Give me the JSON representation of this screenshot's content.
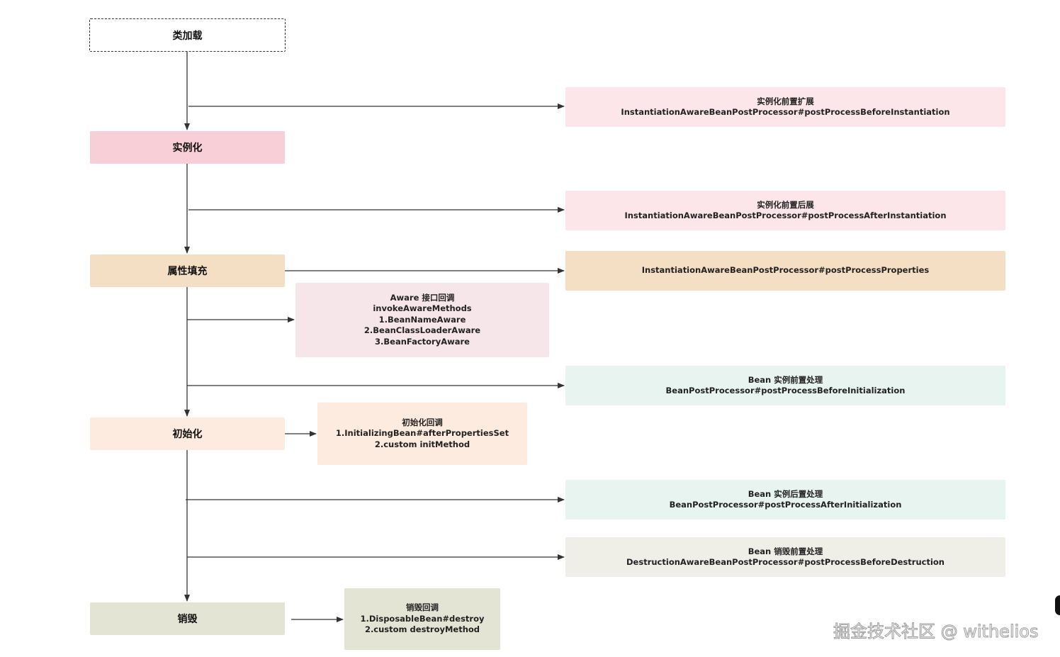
{
  "stages": {
    "load": "类加载",
    "instantiate": "实例化",
    "populate": "属性填充",
    "initialize": "初始化",
    "destroy": "销毁"
  },
  "notes": {
    "before_instantiation": [
      "实例化前置扩展",
      "InstantiationAwareBeanPostProcessor#postProcessBeforeInstantiation"
    ],
    "after_instantiation": [
      "实例化前置后展",
      "InstantiationAwareBeanPostProcessor#postProcessAfterInstantiation"
    ],
    "post_process_properties": [
      "InstantiationAwareBeanPostProcessor#postProcessProperties"
    ],
    "aware_callback": [
      "Aware 接口回调",
      "invokeAwareMethods",
      "1.BeanNameAware",
      "2.BeanClassLoaderAware",
      "3.BeanFactoryAware"
    ],
    "before_initialization": [
      "Bean 实例前置处理",
      "BeanPostProcessor#postProcessBeforeInitialization"
    ],
    "init_callback": [
      "初始化回调",
      "1.InitializingBean#afterPropertiesSet",
      "2.custom initMethod"
    ],
    "after_initialization": [
      "Bean 实例后置处理",
      "BeanPostProcessor#postProcessAfterInitialization"
    ],
    "before_destruction": [
      "Bean 销毁前置处理",
      "DestructionAwareBeanPostProcessor#postProcessBeforeDestruction"
    ],
    "destroy_callback": [
      "销毁回调",
      "1.DisposableBean#destroy",
      "2.custom destroyMethod"
    ]
  },
  "colors": {
    "pink_stage": "#f8cfd6",
    "pink_note": "#fce6ea",
    "orange_stage": "#f5dfc4",
    "aware_note": "#f6e6ea",
    "mint_note": "#e7f4ef",
    "peach": "#fdebdf",
    "gray_note": "#efefe7",
    "olive_stage": "#e4e4d5",
    "line": "#333333"
  },
  "watermark": "掘金技术社区 @ withelios"
}
